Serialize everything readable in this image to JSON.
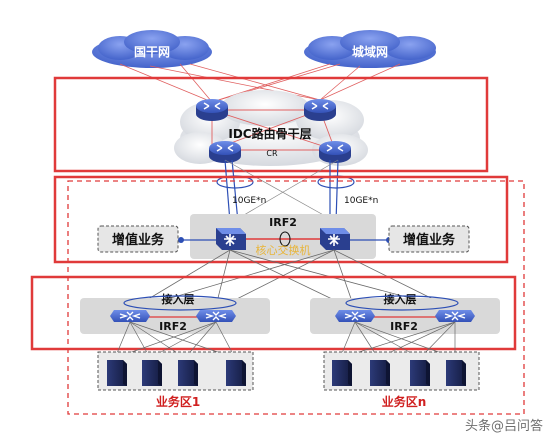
{
  "clouds": {
    "backbone": "国干网",
    "metro": "城域网",
    "idc": "IDC路由骨干层",
    "cr": "CR"
  },
  "links": {
    "left_uplink": "10GE*n",
    "right_uplink": "10GE*n"
  },
  "core": {
    "irf": "IRF2",
    "label": "核心交换机"
  },
  "value_added": {
    "left": "增值业务",
    "right": "增值业务"
  },
  "access": {
    "left_label": "接入层",
    "left_irf": "IRF2",
    "right_label": "接入层",
    "right_irf": "IRF2"
  },
  "zones": {
    "left": "业务区1",
    "right": "业务区n"
  },
  "watermark": "头条@吕问答",
  "colors": {
    "red_frame": "#e03a3a",
    "cloud_blue": "#4f6fd4",
    "router_blue": "#3b5ec0",
    "server_navy": "#1f2a5a",
    "link_red": "#e06060",
    "link_gray": "#6a6a6a",
    "zone_label": "#d02020",
    "core_label": "#e8b53a"
  }
}
